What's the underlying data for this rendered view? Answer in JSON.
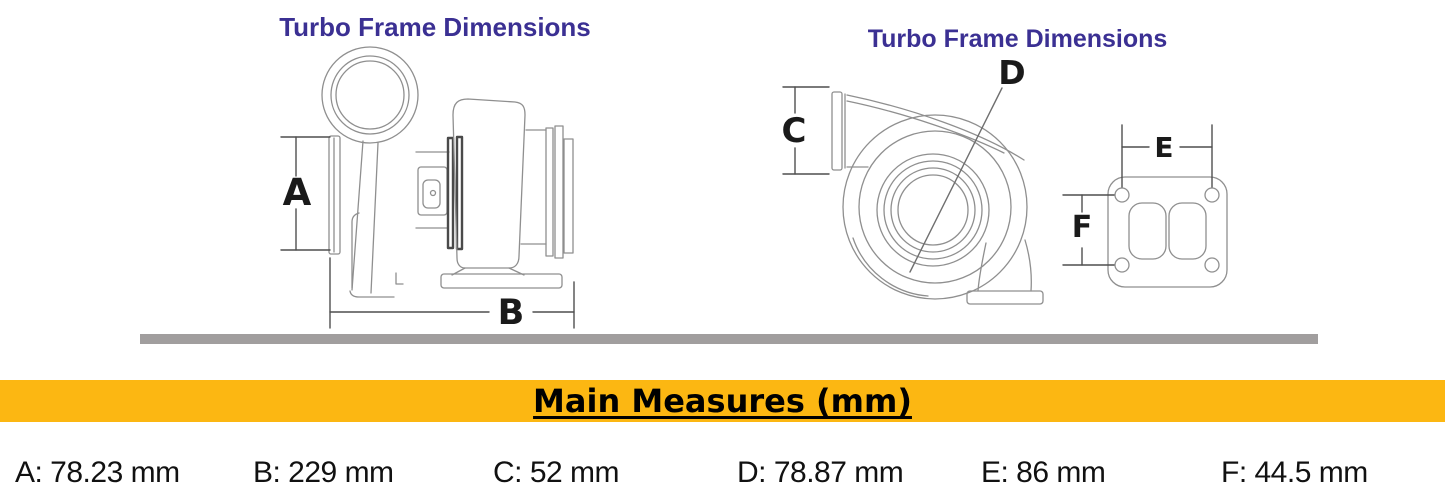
{
  "left_diagram": {
    "title": "Turbo Frame Dimensions",
    "dimension_labels": {
      "a": "A",
      "b": "B"
    }
  },
  "right_diagram": {
    "title": "Turbo Frame Dimensions",
    "dimension_labels": {
      "c": "C",
      "d": "D",
      "e": "E",
      "f": "F"
    }
  },
  "banner": {
    "title": "Main Measures (mm)"
  },
  "measures": [
    {
      "label": "A",
      "value": "78.23 mm",
      "text": "A: 78.23 mm"
    },
    {
      "label": "B",
      "value": "229 mm",
      "text": "B: 229 mm"
    },
    {
      "label": "C",
      "value": "52 mm",
      "text": "C: 52 mm"
    },
    {
      "label": "D",
      "value": "78.87 mm",
      "text": "D: 78.87 mm"
    },
    {
      "label": "E",
      "value": "86 mm",
      "text": "E: 86 mm"
    },
    {
      "label": "F",
      "value": "44.5 mm",
      "text": "F: 44.5 mm"
    }
  ],
  "colors": {
    "title_purple": "#3b3093",
    "banner_yellow": "#fcb712",
    "divider_gray": "#a19e9e",
    "drawing_line": "#8f8f8f",
    "dimension_line": "#4f4f4f",
    "label_black": "#1a1a1a"
  }
}
